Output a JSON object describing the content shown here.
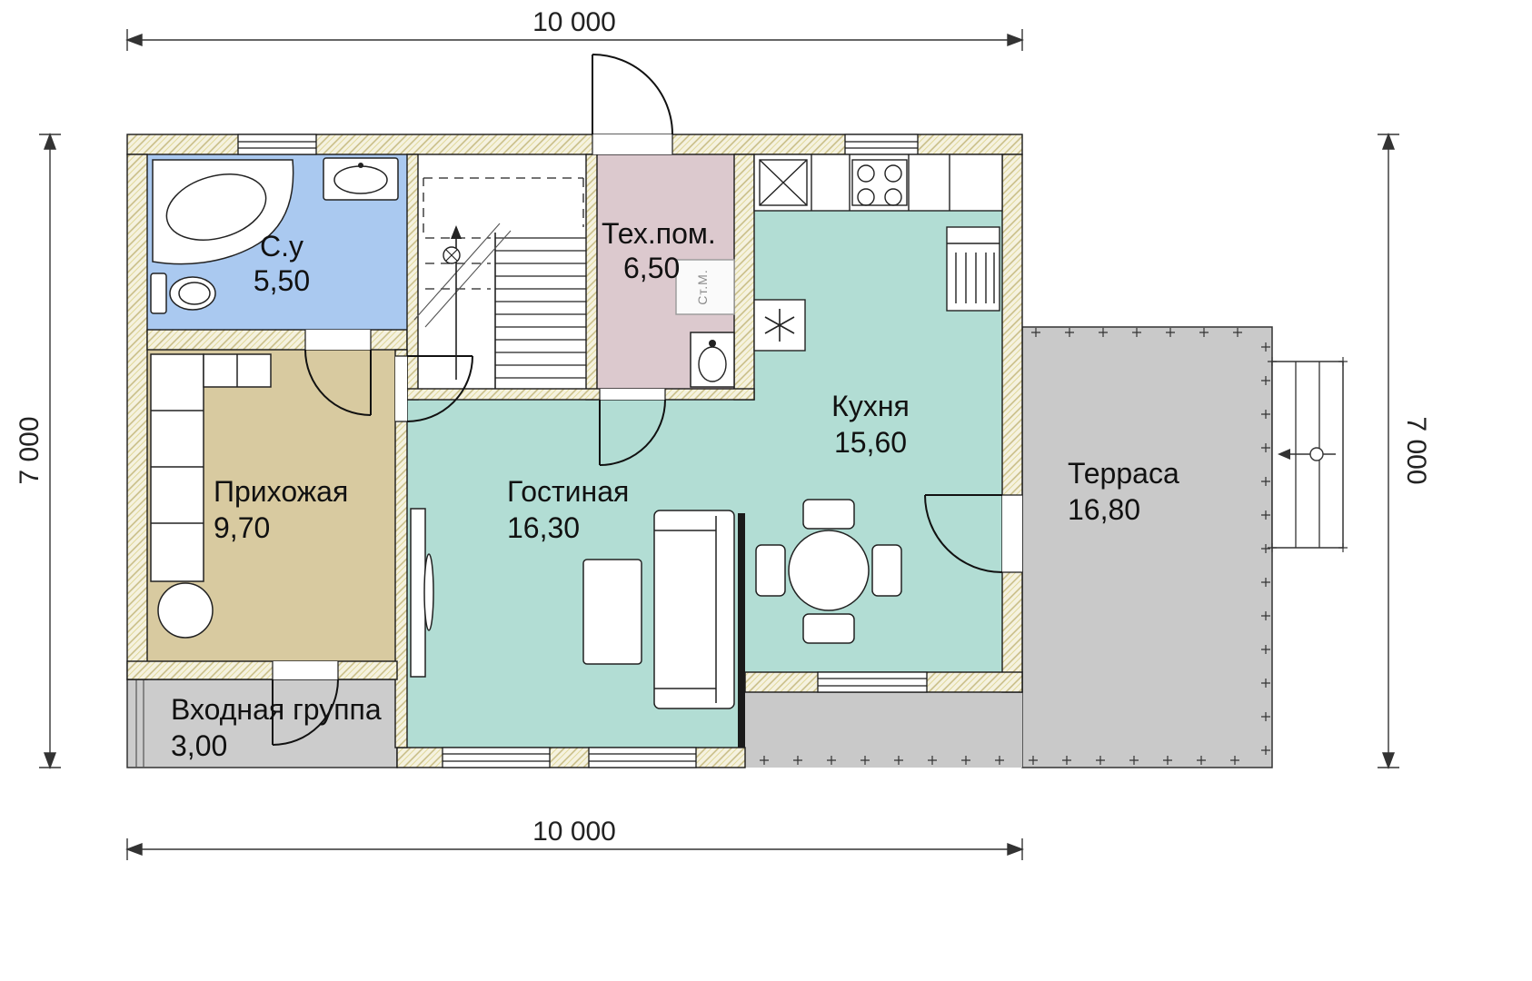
{
  "dimensions": {
    "top": "10 000",
    "bottom": "10 000",
    "left": "7 000",
    "right": "7 000"
  },
  "rooms": {
    "bathroom": {
      "name": "С.у",
      "area": "5,50"
    },
    "tech": {
      "name": "Тех.пом.",
      "area": "6,50"
    },
    "kitchen": {
      "name": "Кухня",
      "area": "15,60"
    },
    "hallway": {
      "name": "Прихожая",
      "area": "9,70"
    },
    "living": {
      "name": "Гостиная",
      "area": "16,30"
    },
    "terrace": {
      "name": "Терраса",
      "area": "16,80"
    },
    "entrance": {
      "name": "Входная группа",
      "area": "3,00"
    }
  },
  "annotations": {
    "washing_machine": "Ст.М."
  },
  "colors": {
    "bathroom_fill": "#aac9f0",
    "tech_fill": "#dcc9ce",
    "kitchen_living_fill": "#b2ddd4",
    "hallway_fill": "#d8caa0",
    "terrace_fill": "#c9c9c9",
    "entrance_fill": "#cccccc",
    "wall_hatch_line": "#c6ba80",
    "wall_hatch_bg": "#f5f2e0",
    "outline": "#1a1a1a"
  }
}
